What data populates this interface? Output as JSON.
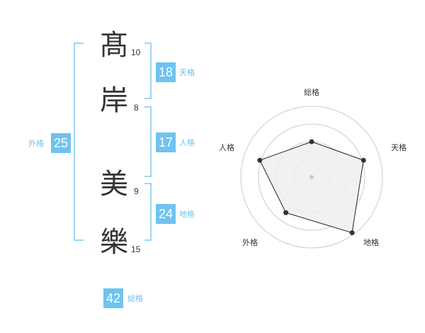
{
  "name": {
    "surname": [
      {
        "char": "髙",
        "strokes": "10"
      },
      {
        "char": "岸",
        "strokes": "8"
      }
    ],
    "given": [
      {
        "char": "美",
        "strokes": "9"
      },
      {
        "char": "樂",
        "strokes": "15"
      }
    ]
  },
  "fortunes": {
    "tenkaku": {
      "value": "18",
      "label": "天格"
    },
    "jinkaku": {
      "value": "17",
      "label": "人格"
    },
    "chikaku": {
      "value": "24",
      "label": "地格"
    },
    "gaikaku": {
      "value": "25",
      "label": "外格"
    },
    "soukaku": {
      "value": "42",
      "label": "総格"
    }
  },
  "radar": {
    "axes": [
      "総格",
      "天格",
      "地格",
      "外格",
      "人格"
    ],
    "values": [
      0.5,
      0.77,
      0.97,
      0.62,
      0.77
    ],
    "rings": 4,
    "colors": {
      "fill": "#eeeeee",
      "stroke": "#222222",
      "grid": "#cccccc",
      "point": "#333333"
    }
  },
  "colors": {
    "accent": "#6fc3ef",
    "bracket": "#9fd6f3"
  }
}
